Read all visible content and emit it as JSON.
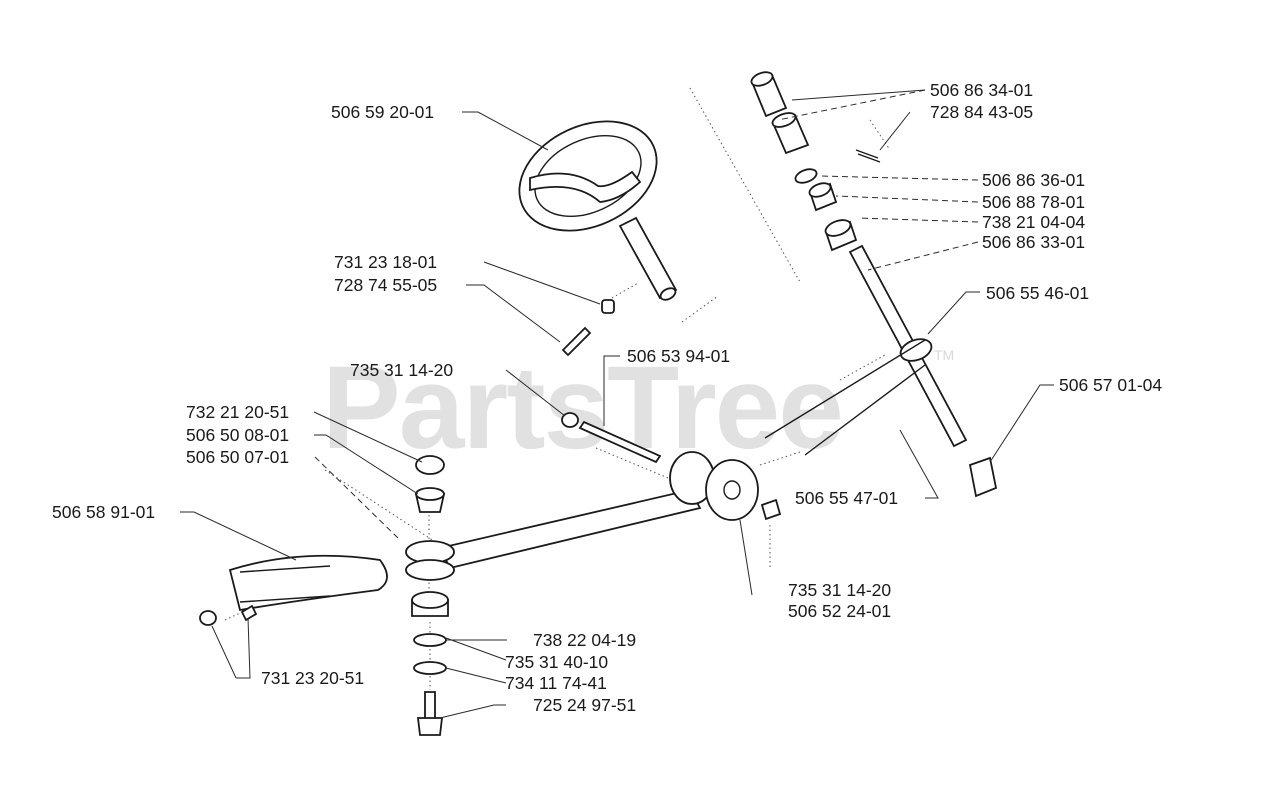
{
  "watermark": {
    "text": "PartsTree",
    "trademark": "TM"
  },
  "parts": [
    {
      "id": "steering-wheel",
      "number": "506 59 20-01"
    },
    {
      "id": "nut-top",
      "number": "731 23 18-01"
    },
    {
      "id": "pin-top",
      "number": "728 74 55-05"
    },
    {
      "id": "rod",
      "number": "506 53 94-01"
    },
    {
      "id": "nut-mid",
      "number": "735 31 14-20"
    },
    {
      "id": "cap-nut",
      "number": "732 21 20-51"
    },
    {
      "id": "bushing-a",
      "number": "506 50 08-01"
    },
    {
      "id": "bushing-b",
      "number": "506 50 07-01"
    },
    {
      "id": "tie-rod",
      "number": "506 58 91-01"
    },
    {
      "id": "nut-bottom-left",
      "number": "731 23 20-51"
    },
    {
      "id": "washer-a",
      "number": "738 22 04-19"
    },
    {
      "id": "washer-b",
      "number": "735 31 40-10"
    },
    {
      "id": "washer-c",
      "number": "734 11 74-41"
    },
    {
      "id": "bolt",
      "number": "725 24 97-51"
    },
    {
      "id": "nut-gear",
      "number": "735 31 14-20"
    },
    {
      "id": "gear",
      "number": "506 52 24-01"
    },
    {
      "id": "column-bushing",
      "number": "506 86 34-01"
    },
    {
      "id": "spring-pin",
      "number": "728 84 43-05"
    },
    {
      "id": "spacer",
      "number": "506 86 36-01"
    },
    {
      "id": "sleeve",
      "number": "506 88 78-01"
    },
    {
      "id": "bearing",
      "number": "738 21 04-04"
    },
    {
      "id": "column-shaft",
      "number": "506 86 33-01"
    },
    {
      "id": "pinion",
      "number": "506 55 46-01"
    },
    {
      "id": "fitting",
      "number": "506 57 01-04"
    },
    {
      "id": "cable",
      "number": "506 55 47-01"
    }
  ]
}
